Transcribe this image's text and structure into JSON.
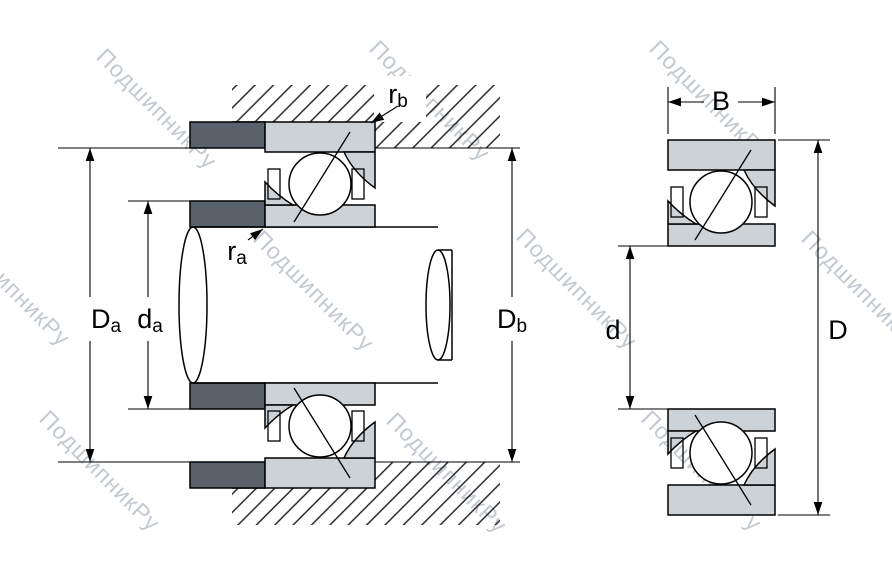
{
  "watermark": {
    "text": "ПодшипникРу"
  },
  "labels": {
    "Da": {
      "main": "D",
      "sub": "a"
    },
    "da": {
      "main": "d",
      "sub": "a"
    },
    "Db": {
      "main": "D",
      "sub": "b"
    },
    "ra": {
      "main": "r",
      "sub": "a"
    },
    "rb": {
      "main": "r",
      "sub": "b"
    },
    "B": {
      "main": "B"
    },
    "d": {
      "main": "d"
    },
    "D": {
      "main": "D"
    }
  },
  "colors": {
    "ring_fill": "#ccd2d6",
    "spacer_fill": "#59626a",
    "ball_fill": "#ffffff",
    "outline": "#000000",
    "watermark": "#c2c9d0",
    "background": "#ffffff"
  }
}
